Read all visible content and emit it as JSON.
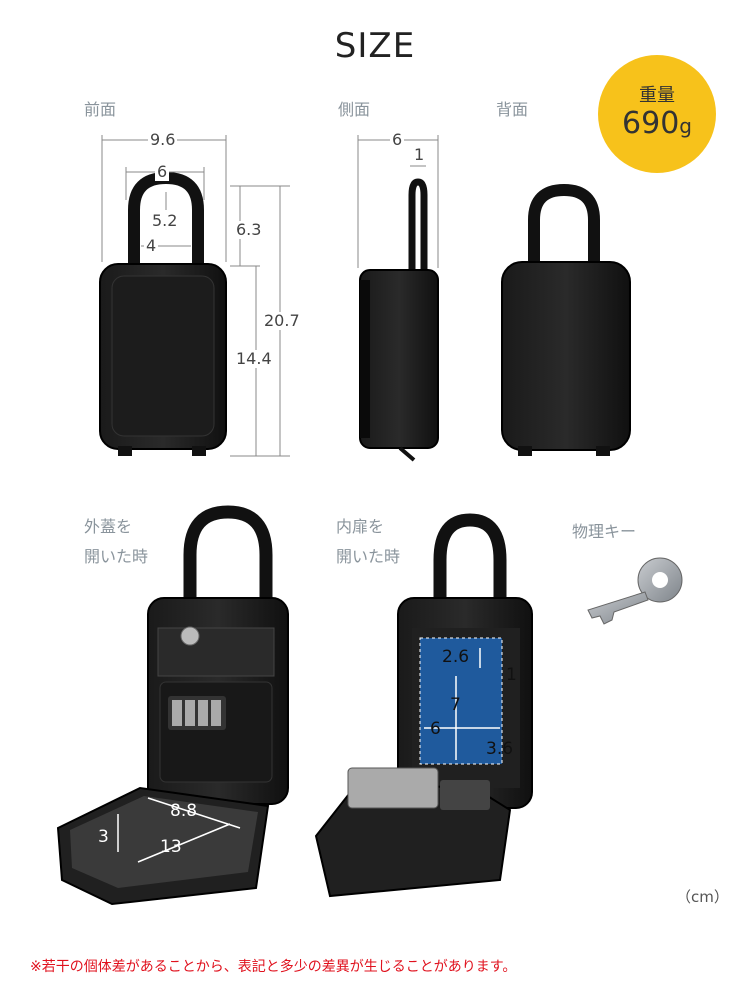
{
  "title": "SIZE",
  "weight_badge": {
    "label": "重量",
    "value": "690",
    "unit": "g",
    "color": "#f7c21b"
  },
  "views": {
    "front": "前面",
    "side": "側面",
    "back": "背面"
  },
  "front_dims": {
    "total_width": "9.6",
    "shackle_outer": "6",
    "shackle_inner": "5.2",
    "shackle_gap": "4",
    "shackle_height": "6.3",
    "total_height": "20.7",
    "body_height": "14.4"
  },
  "side_dims": {
    "depth": "6",
    "shackle_thickness": "1"
  },
  "open_outer": {
    "label_line1": "外蓋を",
    "label_line2": "開いた時",
    "dim_width": "8.8",
    "dim_depth": "13",
    "dim_height": "3"
  },
  "open_inner": {
    "label_line1": "内扉を",
    "label_line2": "開いた時",
    "dim_top": "2.6",
    "dim_side": "1",
    "dim_height": "7",
    "dim_width": "6",
    "dim_depth": "3.6"
  },
  "physical_key": {
    "label": "物理キー"
  },
  "unit_label": "（cm）",
  "footer_note": "※若干の個体差があることから、表記と多少の差異が生じることがあります。",
  "colors": {
    "accent": "#f7c21b",
    "note_red": "#e0121e",
    "compartment_blue": "#1f5fa8"
  }
}
